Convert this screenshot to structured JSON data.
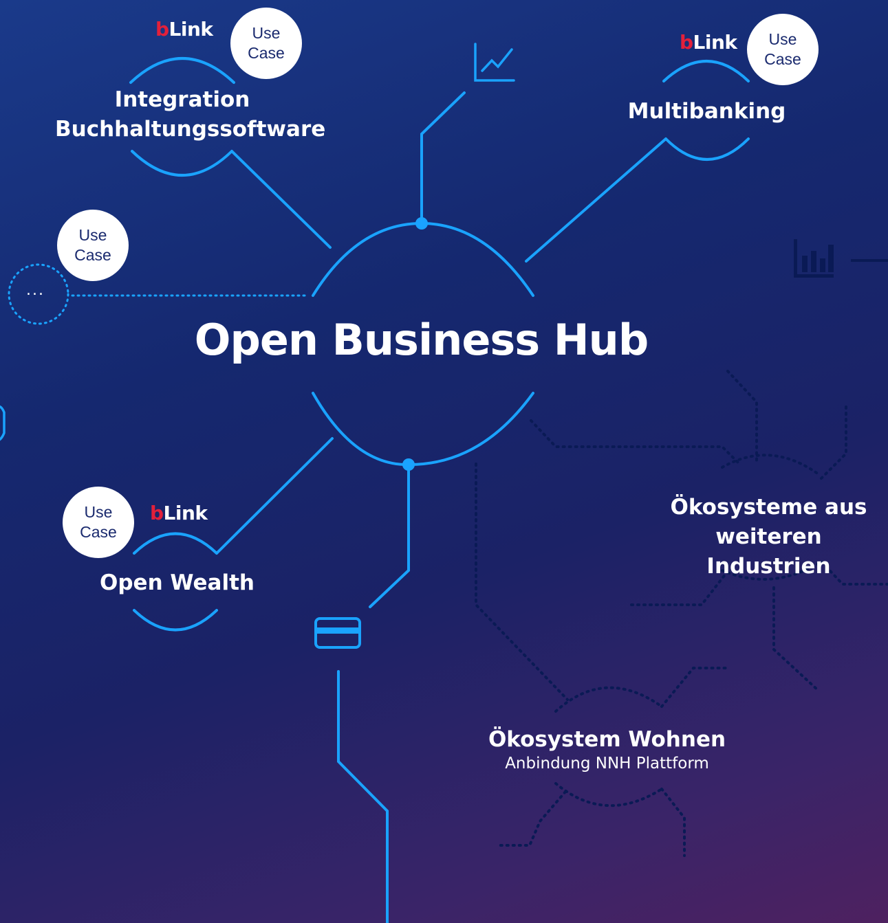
{
  "diagram": {
    "hub_title": "Open Business Hub",
    "use_case_label": "Use\nCase",
    "brand": {
      "b": "b",
      "rest": "Link"
    },
    "nodes": {
      "integration": {
        "line1": "Integration",
        "line2": "Buchhaltungssoftware"
      },
      "multibanking": {
        "label": "Multibanking"
      },
      "open_wealth": {
        "label": "Open Wealth"
      },
      "more": {
        "label": "..."
      },
      "oekosysteme": {
        "line1": "Ökosysteme aus",
        "line2": "weiteren Industrien"
      },
      "wohnen": {
        "label": "Ökosystem Wohnen",
        "sub": "Anbindung NNH Plattform"
      }
    },
    "icons": [
      "chart-line-icon",
      "bar-chart-icon",
      "credit-card-icon",
      "database-icon"
    ],
    "colors": {
      "accent": "#1aa3ff",
      "dark_line": "#0a1a55",
      "badge_text": "#1a2a6e",
      "brand_red": "#e2203a"
    }
  }
}
